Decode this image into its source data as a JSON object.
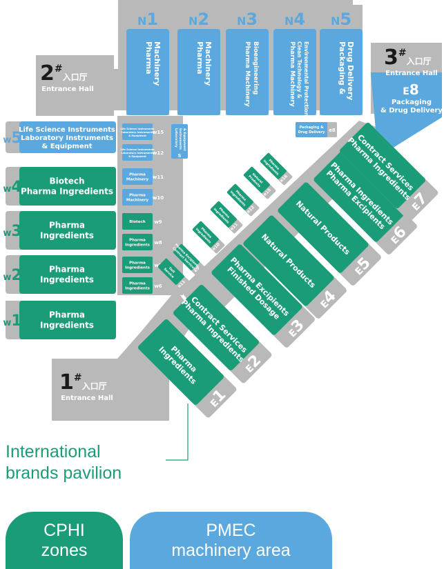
{
  "colors": {
    "green": "#1b9c78",
    "blue": "#5aa8de",
    "gray": "#b9b9b9",
    "white": "#ffffff",
    "dark": "#1a1a1a"
  },
  "entrances": {
    "e1": {
      "num": "1",
      "sup": "#",
      "cn": "入口厅",
      "en": "Entrance Hall"
    },
    "e2": {
      "num": "2",
      "sup": "#",
      "cn": "入口厅",
      "en": "Entrance Hall"
    },
    "e3": {
      "num": "3",
      "sup": "#",
      "cn": "入口厅",
      "en": "Entrance Hall"
    }
  },
  "north_halls": [
    {
      "id": "N1",
      "label": "Pharma Machinery"
    },
    {
      "id": "N2",
      "label": "Pharma Machinery"
    },
    {
      "id": "N3",
      "label": "Pharma Machinery Bioengineering"
    },
    {
      "id": "N4",
      "label": "Pharma Machinery Clean Technology & Environmental Protection"
    },
    {
      "id": "N5",
      "label": "Packaging & Drug Delivery"
    }
  ],
  "e8": {
    "id": "E8",
    "label_1": "Packaging",
    "label_2": "& Drug Delivery"
  },
  "west_halls": [
    {
      "id": "W5",
      "line_1": "Life Science Instruments",
      "line_2": "Laboratory Instruments",
      "line_3": "& Equipment"
    },
    {
      "id": "W4",
      "line_1": "Biotech",
      "line_2": "Pharma Ingredients"
    },
    {
      "id": "W3",
      "line_1": "Pharma",
      "line_2": "Ingredients"
    },
    {
      "id": "W2",
      "line_1": "Pharma",
      "line_2": "Ingredients"
    },
    {
      "id": "W1",
      "line_1": "Pharma",
      "line_2": "Ingredients"
    }
  ],
  "small_halls": [
    {
      "id": "W15",
      "label": "Laboratory Instruments & Equipment"
    },
    {
      "id": "W12",
      "label": "Life Science Instruments Laboratory Instruments & Equipment"
    },
    {
      "id": "W11",
      "label": "Pharma Machinery"
    },
    {
      "id": "W10",
      "label": "Pharma Machinery"
    },
    {
      "id": "W9",
      "label": "Biotech"
    },
    {
      "id": "W8",
      "label": "Pharma Ingredients"
    },
    {
      "id": "W7",
      "label": "Pharma Ingredients"
    },
    {
      "id": "W6",
      "label": "Pharma Ingredients"
    },
    {
      "id": "S",
      "label": "Laboratory Instruments & Equipment"
    },
    {
      "id": "E8",
      "label": "Packaging & Drug Delivery"
    }
  ],
  "east_halls": [
    {
      "id": "E1",
      "line_1": "Pharma",
      "line_2": "Ingredients"
    },
    {
      "id": "E2",
      "line_1": "Contract Services",
      "line_2": "Pharma Ingredients"
    },
    {
      "id": "E3",
      "line_1": "Pharma Excipients",
      "line_2": "Finished Dosage"
    },
    {
      "id": "E4",
      "line_1": "Natural Products",
      "line_2": ""
    },
    {
      "id": "E5",
      "line_1": "Natural Products",
      "line_2": ""
    },
    {
      "id": "E6",
      "line_1": "Pharma Ingredients",
      "line_2": "Pharma Excipients"
    },
    {
      "id": "E7",
      "line_1": "Contract Services",
      "line_2": "Pharma Ingredients"
    }
  ],
  "diag_small": [
    {
      "id": "E16",
      "label": "Pharma Ingredients"
    },
    {
      "id": "E15",
      "label": "Natural Products"
    },
    {
      "id": "E12",
      "label": "Pharma Ingredients"
    },
    {
      "id": "E11",
      "label": "Pharma Ingredients"
    },
    {
      "id": "E10",
      "label": "Pharma Ingredients"
    },
    {
      "id": "E9",
      "label": "Pharma Excipients Contract Services"
    },
    {
      "id": "E11b",
      "label": "Dell Service"
    }
  ],
  "caption": {
    "line_1": "International",
    "line_2": "brands pavilion"
  },
  "legend": [
    {
      "line_1": "CPHI",
      "line_2": "zones",
      "color": "#1b9c78"
    },
    {
      "line_1": "PMEC",
      "line_2": "machinery area",
      "color": "#5aa8de"
    }
  ]
}
